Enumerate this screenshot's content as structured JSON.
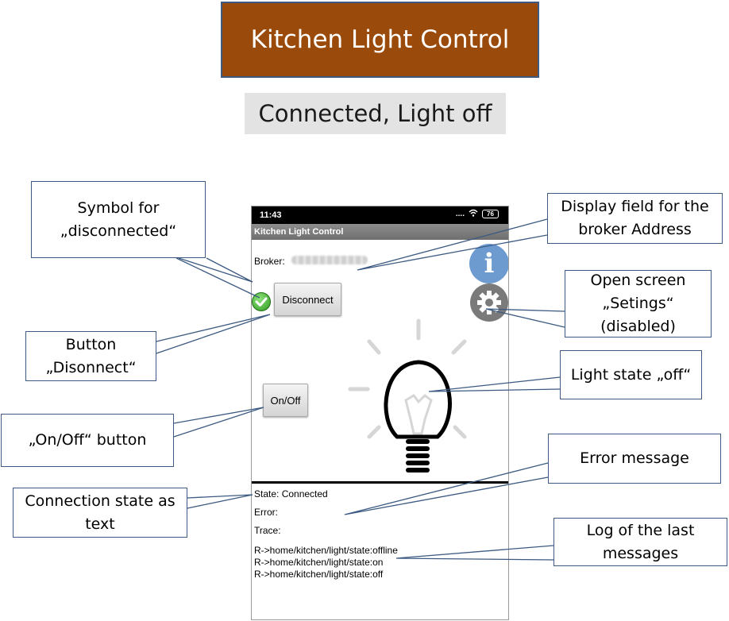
{
  "header": {
    "title": "Kitchen Light Control",
    "status_caption": "Connected, Light off"
  },
  "phone": {
    "statusbar": {
      "time": "11:43",
      "signal": "....",
      "battery": "76"
    },
    "app_title": "Kitchen Light Control",
    "broker_label": "Broker:",
    "disconnect_label": "Disconnect",
    "onoff_label": "On/Off",
    "state_text": "State: Connected",
    "error_text": "Error:",
    "trace_text": "Trace:",
    "log": [
      "R->home/kitchen/light/state:offline",
      "R->home/kitchen/light/state:on",
      "R->home/kitchen/light/state:off"
    ],
    "icons": {
      "connected": "check-icon",
      "info": "info-icon",
      "settings": "gear-icon",
      "light": "lightbulb-icon"
    },
    "colors": {
      "info": "#6d9bd0",
      "gear": "#7a7a7a",
      "check": "#3aa82a"
    }
  },
  "callouts": {
    "disconnected_symbol": "Symbol for\n„disconnected“",
    "disconnect_button": "Button\n„Disonnect“",
    "onoff_button": "„On/Off“ button",
    "connection_state": "Connection state as\ntext",
    "broker_display": "Display field for the\nbroker Address",
    "settings_screen": "Open screen\n„Setings“\n(disabled)",
    "light_state": "Light state „off“",
    "error_message": "Error message",
    "message_log": "Log of the last\nmessages"
  },
  "colors": {
    "title_bg": "#9a4a0a",
    "callout_border": "#3c5a82",
    "caption_bg": "#e3e3e3"
  }
}
